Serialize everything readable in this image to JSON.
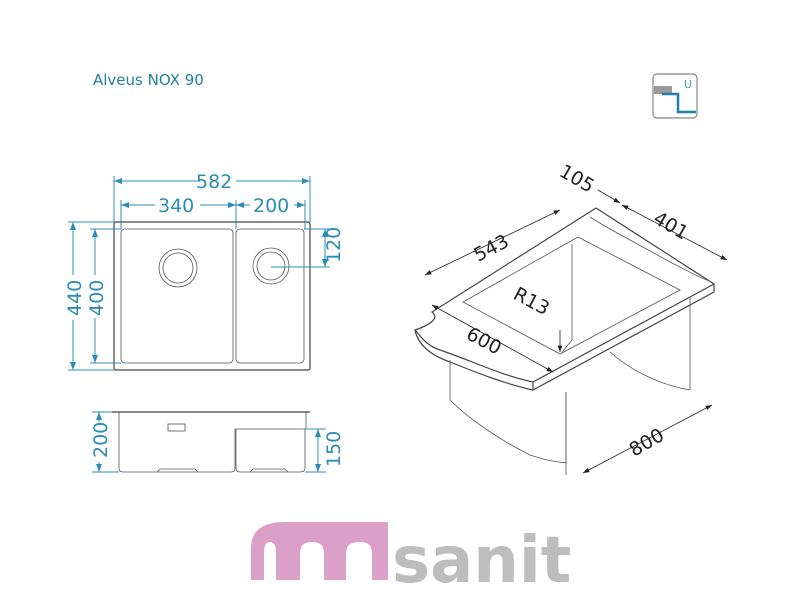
{
  "title": "Alveus NOX 90",
  "icon": "undermount-sink-icon",
  "icon_letter": "U",
  "watermark": "msanit",
  "watermark_text": "sanit",
  "top_view": {
    "overall_width": "582",
    "left_bowl_width": "340",
    "right_bowl_width": "200",
    "overall_depth": "440",
    "bowl_depth": "400",
    "drain_offset": "120"
  },
  "side_view": {
    "left_bowl_depth": "200",
    "right_bowl_depth": "150"
  },
  "install_view": {
    "dim_105": "105",
    "dim_401": "401",
    "dim_543": "543",
    "dim_600": "600",
    "radius": "R13",
    "dim_800": "800"
  },
  "colors": {
    "dimension": "#2b8cb6",
    "title": "#1f7fae",
    "watermark": "#d58fbd"
  }
}
